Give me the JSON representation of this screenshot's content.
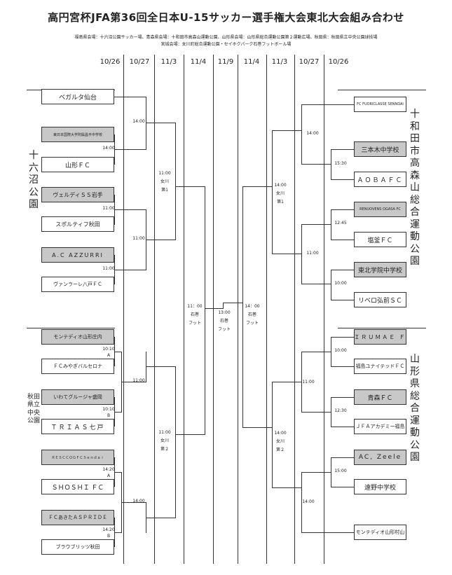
{
  "title": "高円宮杯JFA第36回全日本U-15サッカー選手権大会東北大会組み合わせ",
  "venues": {
    "line1": "福島県会場：十六沼公園サッカー場、青森県会場：十和田市高森山運動公園、山形県会場：山形県総合運動公園第２運動広場、秋田県：秋田県立中央公園球技場",
    "line2": "宮城会場：女川町総合運動公園・セイホクパーク石巻フットボール場"
  },
  "dates": [
    "10/26",
    "10/27",
    "11/3",
    "11/4",
    "11/9",
    "11/4",
    "11/3",
    "10/27",
    "10/26"
  ],
  "regions": {
    "left_top": "十六沼公園",
    "left_bottom": "秋田県立中央公園",
    "right_top": "十和田市高森山総合運動公園",
    "right_bottom": "山形県総合運動公園"
  },
  "left_teams": [
    {
      "name": "ベガルタ仙台",
      "seed": false
    },
    {
      "name": "東日本国際大学附属昌平中学校",
      "seed": true
    },
    {
      "name": "山形ＦＣ",
      "seed": false
    },
    {
      "name": "ヴェルディＳＳ岩手",
      "seed": true
    },
    {
      "name": "スポルティフ秋田",
      "seed": false
    },
    {
      "name": "A.C AZZURRI",
      "seed": true
    },
    {
      "name": "ヴァンラーレ八戸ＦＣ",
      "seed": false
    },
    {
      "name": "モンテディオ山形庄内",
      "seed": true
    },
    {
      "name": "ＦＣみやぎバルセロナ",
      "seed": false
    },
    {
      "name": "いわてグルージャ盛岡",
      "seed": true
    },
    {
      "name": "ＴＲＩＡＳ七戸",
      "seed": false
    },
    {
      "name": "ＲＥＳＣＣＯＧＦＣＳｅｎｄａｉ",
      "seed": true
    },
    {
      "name": "ＳＨＯＳＨＩ ＦＣ",
      "seed": false
    },
    {
      "name": "ＦＣあきたＡＳＰＲＩＤＥ",
      "seed": true
    },
    {
      "name": "ブラウブリッツ秋田",
      "seed": false
    }
  ],
  "right_teams": [
    {
      "name": "FC FUORICLASSE SENNDAI",
      "seed": false
    },
    {
      "name": "三本木中学校",
      "seed": true
    },
    {
      "name": "ＡＯＢＡＦＣ",
      "seed": false
    },
    {
      "name": "RENUOVENS OGASA FC",
      "seed": true
    },
    {
      "name": "塩釜ＦＣ",
      "seed": false
    },
    {
      "name": "東北学院中学校",
      "seed": true
    },
    {
      "name": "リベロ弘前ＳＣ",
      "seed": false
    },
    {
      "name": "ＭＩＲＵＭＡＥ ＦＣ",
      "seed": true
    },
    {
      "name": "福島ユナイテッドＦＣ",
      "seed": false
    },
    {
      "name": "青森ＦＣ",
      "seed": true
    },
    {
      "name": "ＪＦＡアカデミー福島",
      "seed": false
    },
    {
      "name": "AC, Zeele",
      "seed": true
    },
    {
      "name": "遠野中学校",
      "seed": false
    },
    {
      "name": "モンテディオ山形村山",
      "seed": false
    }
  ],
  "labels": {
    "l_r1a": "14:00",
    "l_r1b": "11:00",
    "l_r1c": "11:00",
    "l_r1d_t": "10:10",
    "l_r1d_v": "A",
    "l_r1e_t": "10:10",
    "l_r1e_v": "B",
    "l_r1f_t": "14:20",
    "l_r1f_v": "A",
    "l_r1g_t": "14:20",
    "l_r1g_v": "B",
    "l_r2a": "14:00",
    "l_r2b": "11:00",
    "l_r2c": "11:00",
    "l_r2d": "14:00",
    "l_qf1": [
      "11:00",
      "女川",
      "第1"
    ],
    "l_qf2": [
      "11:00",
      "女川",
      "第２"
    ],
    "l_sf": [
      "11：00",
      "石巻",
      "フット"
    ],
    "final": [
      "13:00",
      "石巻",
      "フット"
    ],
    "r_sf": [
      "14：00",
      "石巻",
      "フット"
    ],
    "r_qf1": [
      "14:00",
      "女川",
      "第1"
    ],
    "r_qf2": [
      "14:00",
      "女川",
      "第２"
    ],
    "r_r2a": "14:00",
    "r_r2b": "11:00",
    "r_r2c": "11:00",
    "r_r2d": "14:00",
    "r_r1a": "15:30",
    "r_r1b": "12:45",
    "r_r1c": "10:00",
    "r_r1d": "10:00",
    "r_r1e": "12:30",
    "r_r1f": "15:00"
  }
}
